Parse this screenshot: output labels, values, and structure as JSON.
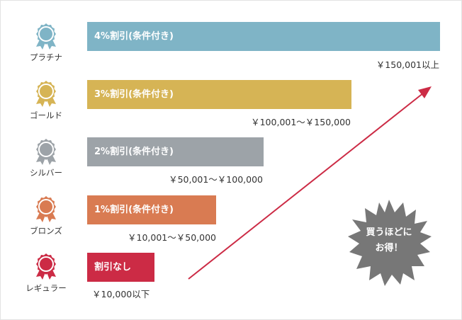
{
  "tiers": [
    {
      "name": "プラチナ",
      "discount": "4%割引(条件付き)",
      "range": "￥150,001以上",
      "color": "#7fb4c6",
      "icon": "award-ribbon-icon"
    },
    {
      "name": "ゴールド",
      "discount": "3%割引(条件付き)",
      "range": "￥100,001～￥150,000",
      "color": "#d6b455",
      "icon": "award-ribbon-icon"
    },
    {
      "name": "シルバー",
      "discount": "2%割引(条件付き)",
      "range": "￥50,001～￥100,000",
      "color": "#9da3a8",
      "icon": "award-ribbon-icon"
    },
    {
      "name": "ブロンズ",
      "discount": "1%割引(条件付き)",
      "range": "￥10,001～￥50,000",
      "color": "#d97b52",
      "icon": "award-ribbon-icon"
    },
    {
      "name": "レギュラー",
      "discount": "割引なし",
      "range": "￥10,000以下",
      "color": "#cc2b45",
      "icon": "award-ribbon-icon"
    }
  ],
  "badge": {
    "line1": "買うほどに",
    "line2": "お得！",
    "color": "#777777"
  },
  "arrow": {
    "color": "#cc2b45"
  }
}
